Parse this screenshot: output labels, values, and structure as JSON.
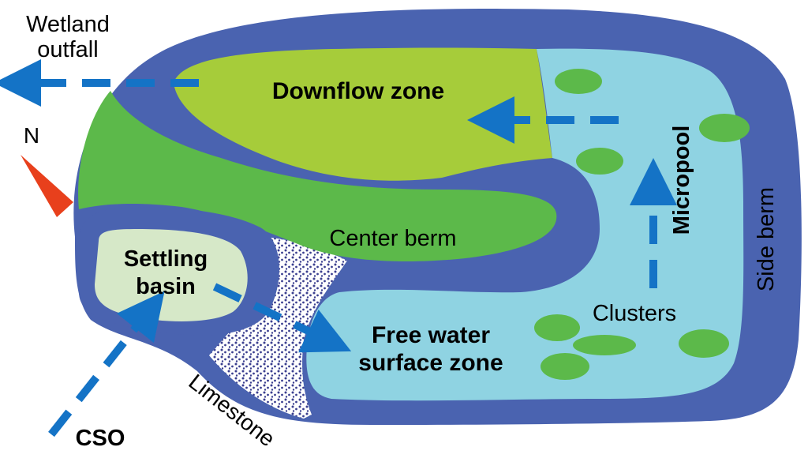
{
  "labels": {
    "wetland_outfall_line1": "Wetland",
    "wetland_outfall_line2": "outfall",
    "north": "N",
    "downflow_zone": "Downflow zone",
    "micropool": "Micropool",
    "side_berm": "Side berm",
    "center_berm": "Center berm",
    "settling_basin_line1": "Settling",
    "settling_basin_line2": "basin",
    "free_water_line1": "Free water",
    "free_water_line2": "surface zone",
    "clusters": "Clusters",
    "limestone": "Limestone",
    "cso": "CSO"
  },
  "colors": {
    "berm": "#4a63b0",
    "downflow_zone": "#a6cc3a",
    "center_berm": "#5cb94a",
    "water": "#8fd3e2",
    "settling_basin": "#d6e8c8",
    "clusters": "#5cb94a",
    "flow_arrow": "#1473c6",
    "north_arrow": "#e8401c",
    "limestone": "#3b3f8f"
  }
}
